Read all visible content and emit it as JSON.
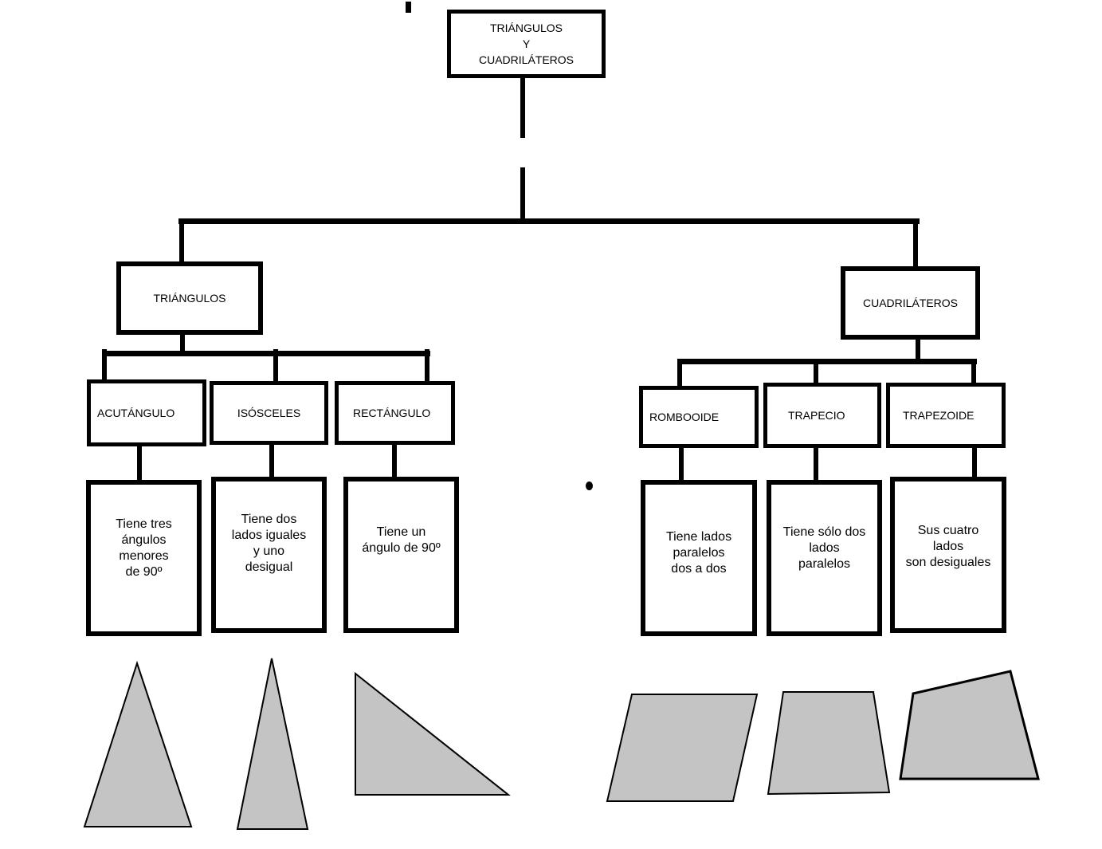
{
  "root": {
    "label": "TRIÁNGULOS\nY\nCUADRILÁTEROS"
  },
  "triangles": {
    "label": "TRIÁNGULOS",
    "types": [
      {
        "name": "ACUTÁNGULO",
        "description": "Tiene tres\nángulos\nmenores\n de 90º"
      },
      {
        "name": "ISÓSCELES",
        "description": "Tiene dos\nlados iguales\ny uno\ndesigual"
      },
      {
        "name": "RECTÁNGULO",
        "description": "Tiene un\nángulo de 90º"
      }
    ]
  },
  "quadrilaterals": {
    "label": "CUADRILÁTEROS",
    "types": [
      {
        "name": "ROMBOOIDE",
        "description": "Tiene lados\nparalelos\ndos a dos"
      },
      {
        "name": "TRAPECIO",
        "description": "Tiene sólo dos\nlados\nparalelos"
      },
      {
        "name": "TRAPEZOIDE",
        "description": "Sus cuatro\nlados\nson desiguales"
      }
    ]
  },
  "colors": {
    "shape_fill": "#c4c4c4",
    "stroke": "#000000"
  }
}
